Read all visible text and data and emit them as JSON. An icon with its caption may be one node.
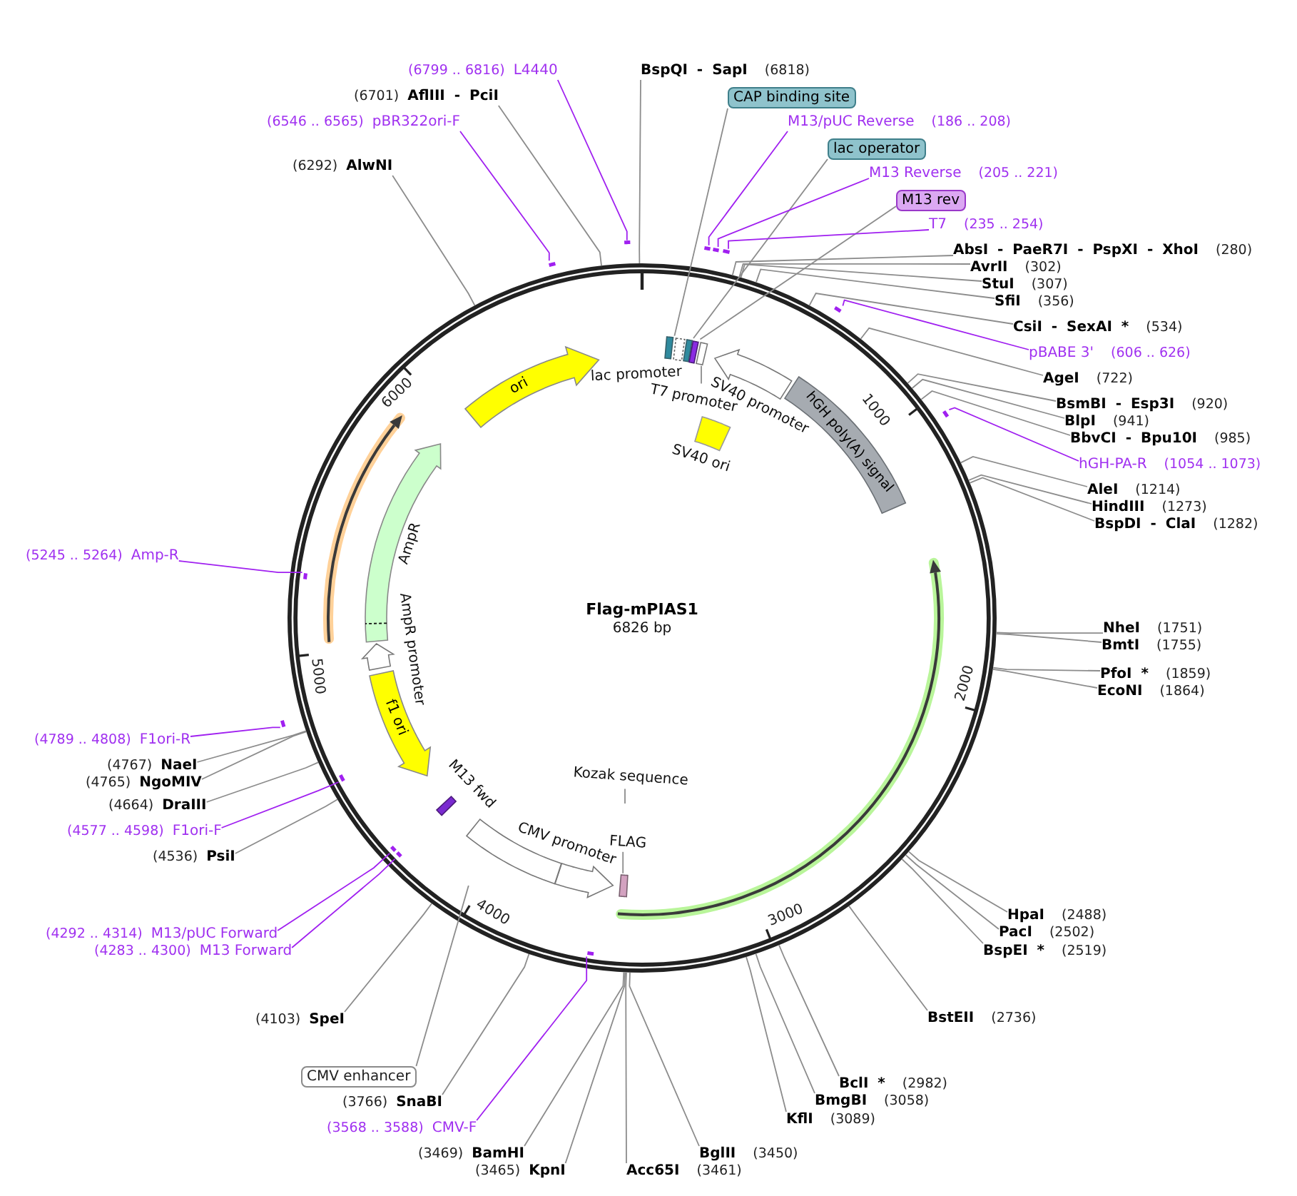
{
  "diagram": {
    "title": "Flag-mPIAS1",
    "nodes": [
      {
        "text": [
          "BspQI - SapI",
          "(6818)"
        ]
      },
      {
        "text": [
          "CAP binding site"
        ]
      },
      {
        "text": [
          "M13/pUC Reverse",
          "(186 .. 208)"
        ]
      },
      {
        "text": [
          "lac operator"
        ]
      },
      {
        "text": [
          "M13 Reverse",
          "(205 .. 221)"
        ]
      },
      {
        "text": [
          "M13 rev"
        ]
      },
      {
        "text": [
          "T7",
          "(235 .. 254)"
        ]
      },
      {
        "text": [
          "AbsI - PaeR7I - PspXI - XhoI",
          "(280)"
        ]
      },
      {
        "text": [
          "AvrII",
          "(302)"
        ]
      },
      {
        "text": [
          "StuI",
          "(307)"
        ]
      },
      {
        "text": [
          "SfiI",
          "(356)"
        ]
      },
      {
        "text": [
          "CsiI - SexAI *",
          "(534)"
        ]
      },
      {
        "text": [
          "pBABE 3'",
          "(606 .. 626)"
        ]
      },
      {
        "text": [
          "AgeI",
          "(722)"
        ]
      },
      {
        "text": [
          "BsmBI - Esp3I",
          "(920)"
        ]
      },
      {
        "text": [
          "BlpI",
          "(941)"
        ]
      },
      {
        "text": [
          "BbvCI - Bpu10I",
          "(985)"
        ]
      },
      {
        "text": [
          "hGH-PA-R",
          "(1054 .. 1073)"
        ]
      },
      {
        "text": [
          "AleI",
          "(1214)"
        ]
      },
      {
        "text": [
          "HindIII",
          "(1273)"
        ]
      },
      {
        "text": [
          "BspDI - ClaI",
          "(1282)"
        ]
      },
      {
        "text": [
          "NheI",
          "(1751)"
        ]
      },
      {
        "text": [
          "BmtI",
          "(1755)"
        ]
      },
      {
        "text": [
          "PfoI *",
          "(1859)"
        ]
      },
      {
        "text": [
          "EcoNI",
          "(1864)"
        ]
      },
      {
        "text": [
          "HpaI",
          "(2488)"
        ]
      },
      {
        "text": [
          "PacI",
          "(2502)"
        ]
      },
      {
        "text": [
          "BspEI *",
          "(2519)"
        ]
      },
      {
        "text": [
          "BstEII",
          "(2736)"
        ]
      },
      {
        "text": [
          "BclI *",
          "(2982)"
        ]
      },
      {
        "text": [
          "BmgBI",
          "(3058)"
        ]
      },
      {
        "text": [
          "KflI",
          "(3089)"
        ]
      },
      {
        "text": [
          "BglII",
          "(3450)"
        ]
      },
      {
        "text": [
          "Acc65I",
          "(3461)"
        ]
      },
      {
        "text": [
          "(3465)",
          "KpnI"
        ]
      },
      {
        "text": [
          "(3469)",
          "BamHI"
        ]
      },
      {
        "text": [
          "(3568 .. 3588)",
          "CMV-F"
        ]
      },
      {
        "text": [
          "(3766)",
          "SnaBI"
        ]
      },
      {
        "text": [
          "CMV enhancer"
        ]
      },
      {
        "text": [
          "(4103)",
          "SpeI"
        ]
      },
      {
        "text": [
          "(4283 .. 4300)",
          "M13 Forward"
        ]
      },
      {
        "text": [
          "(4292 .. 4314)",
          "M13/pUC Forward"
        ]
      },
      {
        "text": [
          "(4536)",
          "PsiI"
        ]
      },
      {
        "text": [
          "(4577 .. 4598)",
          "F1ori-F"
        ]
      },
      {
        "text": [
          "(4664)",
          "DraIII"
        ]
      },
      {
        "text": [
          "(4765)",
          "NgoMIV"
        ]
      },
      {
        "text": [
          "(4767)",
          "NaeI"
        ]
      },
      {
        "text": [
          "(4789 .. 4808)",
          "F1ori-R"
        ]
      },
      {
        "text": [
          "(5245 .. 5264)",
          "Amp-R"
        ]
      },
      {
        "text": [
          "(6292)",
          "AlwNI"
        ]
      },
      {
        "text": [
          "(6546 .. 6565)",
          "pBR322ori-F"
        ]
      },
      {
        "text": [
          "(6701)",
          "AflIII - PciI"
        ]
      },
      {
        "text": [
          "(6799 .. 6816)",
          "L4440"
        ]
      },
      {
        "text": [],
        "shape": "bar"
      },
      {
        "text": [],
        "shape": "bar"
      },
      {
        "text": [],
        "shape": "bar"
      },
      {
        "text": [],
        "shape": "bar"
      },
      {
        "text": [],
        "shape": "bar"
      },
      {
        "text": [],
        "shape": "bar"
      },
      {
        "text": [],
        "shape": "bar"
      },
      {
        "text": [],
        "shape": "bar"
      },
      {
        "text": [],
        "shape": "bar"
      },
      {
        "text": [],
        "shape": "bar"
      },
      {
        "text": [],
        "shape": "bar"
      },
      {
        "text": [],
        "shape": "bar"
      },
      {
        "text": [],
        "shape": "bar"
      },
      {
        "text": [],
        "shape": "box"
      },
      {
        "text": [],
        "shape": "box",
        "beside": [
          "lac promoter"
        ]
      },
      {
        "text": [],
        "shape": "box"
      },
      {
        "text": [],
        "shape": "box"
      },
      {
        "text": [],
        "shape": "box"
      },
      {
        "text": [
          "T7 promoter"
        ]
      },
      {
        "text": [],
        "shape": "arrow",
        "beside": [
          "SV40 promoter"
        ]
      },
      {
        "text": [
          "hGH poly(A) signal"
        ]
      },
      {
        "text": [],
        "shape": "box",
        "beside": [
          "SV40 ori"
        ]
      },
      {
        "text": [
          "Kozak sequence"
        ]
      },
      {
        "text": [
          "FLAG"
        ]
      },
      {
        "text": [],
        "shape": "box"
      },
      {
        "text": [],
        "shape": "arrow",
        "beside": [
          "CMV promoter"
        ]
      },
      {
        "text": [],
        "shape": "box",
        "beside": [
          "M13 fwd"
        ]
      },
      {
        "text": [
          "f1 ori"
        ]
      },
      {
        "text": [],
        "shape": "arrow",
        "beside": [
          "AmpR promoter"
        ]
      },
      {
        "text": [],
        "shape": "arrow",
        "beside": [
          "AmpR"
        ]
      },
      {
        "text": [
          "ori"
        ]
      },
      {
        "text": [],
        "shape": "box"
      }
    ],
    "edges": [
      {
        "from": 0,
        "to": null,
        "arrow": "none"
      },
      {
        "from": 1,
        "to": 66,
        "arrow": "none"
      },
      {
        "from": 2,
        "to": 53,
        "arrow": "none",
        "color": "#a020f0"
      },
      {
        "from": 3,
        "to": 68,
        "arrow": "none"
      },
      {
        "from": 4,
        "to": 54,
        "arrow": "none",
        "color": "#a020f0"
      },
      {
        "from": 5,
        "to": 69,
        "arrow": "none"
      },
      {
        "from": 6,
        "to": 55,
        "arrow": "none",
        "color": "#a020f0"
      },
      {
        "from": 7,
        "to": null,
        "arrow": "none"
      },
      {
        "from": 8,
        "to": null,
        "arrow": "none"
      },
      {
        "from": 9,
        "to": null,
        "arrow": "none"
      },
      {
        "from": 10,
        "to": null,
        "arrow": "none"
      },
      {
        "from": 11,
        "to": null,
        "arrow": "none"
      },
      {
        "from": 12,
        "to": 56,
        "arrow": "none",
        "color": "#a020f0"
      },
      {
        "from": 13,
        "to": null,
        "arrow": "none"
      },
      {
        "from": 14,
        "to": null,
        "arrow": "none"
      },
      {
        "from": 15,
        "to": null,
        "arrow": "none"
      },
      {
        "from": 16,
        "to": null,
        "arrow": "none"
      },
      {
        "from": 17,
        "to": 57,
        "arrow": "none",
        "color": "#a020f0"
      },
      {
        "from": 18,
        "to": null,
        "arrow": "none"
      },
      {
        "from": 19,
        "to": null,
        "arrow": "none"
      },
      {
        "from": 20,
        "to": null,
        "arrow": "none"
      },
      {
        "from": 21,
        "to": null,
        "arrow": "none"
      },
      {
        "from": 22,
        "to": null,
        "arrow": "none"
      },
      {
        "from": 23,
        "to": null,
        "arrow": "none"
      },
      {
        "from": 24,
        "to": null,
        "arrow": "none"
      },
      {
        "from": 25,
        "to": null,
        "arrow": "none"
      },
      {
        "from": 26,
        "to": null,
        "arrow": "none"
      },
      {
        "from": 27,
        "to": null,
        "arrow": "none"
      },
      {
        "from": 28,
        "to": null,
        "arrow": "none"
      },
      {
        "from": 29,
        "to": null,
        "arrow": "none"
      },
      {
        "from": 30,
        "to": null,
        "arrow": "none"
      },
      {
        "from": 31,
        "to": null,
        "arrow": "none"
      },
      {
        "from": 32,
        "to": null,
        "arrow": "none"
      },
      {
        "from": 33,
        "to": null,
        "arrow": "none"
      },
      {
        "from": 34,
        "to": null,
        "arrow": "none"
      },
      {
        "from": 35,
        "to": null,
        "arrow": "none"
      },
      {
        "from": 36,
        "to": 58,
        "arrow": "none",
        "color": "#a020f0"
      },
      {
        "from": 37,
        "to": null,
        "arrow": "none"
      },
      {
        "from": 38,
        "to": 84,
        "arrow": "none"
      },
      {
        "from": 39,
        "to": null,
        "arrow": "none"
      },
      {
        "from": 40,
        "to": 59,
        "arrow": "none",
        "color": "#a020f0"
      },
      {
        "from": 41,
        "to": 60,
        "arrow": "none",
        "color": "#a020f0"
      },
      {
        "from": 42,
        "to": null,
        "arrow": "none"
      },
      {
        "from": 43,
        "to": 61,
        "arrow": "none",
        "color": "#a020f0"
      },
      {
        "from": 44,
        "to": null,
        "arrow": "none"
      },
      {
        "from": 45,
        "to": null,
        "arrow": "none"
      },
      {
        "from": 46,
        "to": null,
        "arrow": "none"
      },
      {
        "from": 47,
        "to": 62,
        "arrow": "none",
        "color": "#a020f0"
      },
      {
        "from": 48,
        "to": 63,
        "arrow": "none",
        "color": "#a020f0"
      },
      {
        "from": 49,
        "to": null,
        "arrow": "none"
      },
      {
        "from": 50,
        "to": 64,
        "arrow": "none",
        "color": "#a020f0"
      },
      {
        "from": 51,
        "to": null,
        "arrow": "none"
      },
      {
        "from": 52,
        "to": 65,
        "arrow": "none",
        "color": "#a020f0"
      },
      {
        "from": 71,
        "to": 70,
        "arrow": "none"
      },
      {
        "from": 75,
        "to": null,
        "arrow": "none"
      },
      {
        "from": 76,
        "to": 77,
        "arrow": "none"
      }
    ],
    "labels": [
      "6826 bp",
      "1000",
      "2000",
      "3000",
      "4000",
      "5000",
      "6000"
    ]
  }
}
